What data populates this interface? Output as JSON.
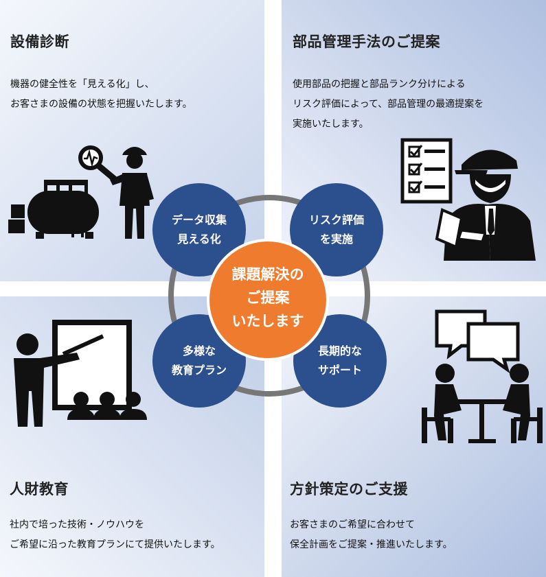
{
  "quadrants": {
    "top_left": {
      "title": "設備診断",
      "lines": [
        "機器の健全性を「見える化」し、",
        "お客さまの設備の状態を把握いたします。"
      ]
    },
    "top_right": {
      "title": "部品管理手法のご提案",
      "lines": [
        "使用部品の把握と部品ランク分けによる",
        "リスク評価によって、部品管理の最適提案を",
        "実施いたします。"
      ]
    },
    "bottom_left": {
      "title": "人財教育",
      "lines": [
        "社内で培った技術・ノウハウを",
        "ご希望に沿った教育プランにて提供いたします。"
      ]
    },
    "bottom_right": {
      "title": "方針策定のご支援",
      "lines": [
        "お客さまのご希望に合わせて",
        "保全計画をご提案・推進いたします。"
      ]
    }
  },
  "hub": {
    "center": [
      "課題解決の",
      "ご提案",
      "いたします"
    ],
    "top_left": [
      "データ収集",
      "見える化"
    ],
    "top_right": [
      "リスク評価",
      "を実施"
    ],
    "bottom_left": [
      "多様な",
      "教育プラン"
    ],
    "bottom_right": [
      "長期的な",
      "サポート"
    ]
  },
  "colors": {
    "navy": "#2c4f8e",
    "orange": "#ef7c2e",
    "ring": "#777777"
  },
  "icons": [
    "equipment-inspection-icon",
    "checklist-inspector-icon",
    "presentation-training-icon",
    "meeting-discussion-icon"
  ]
}
